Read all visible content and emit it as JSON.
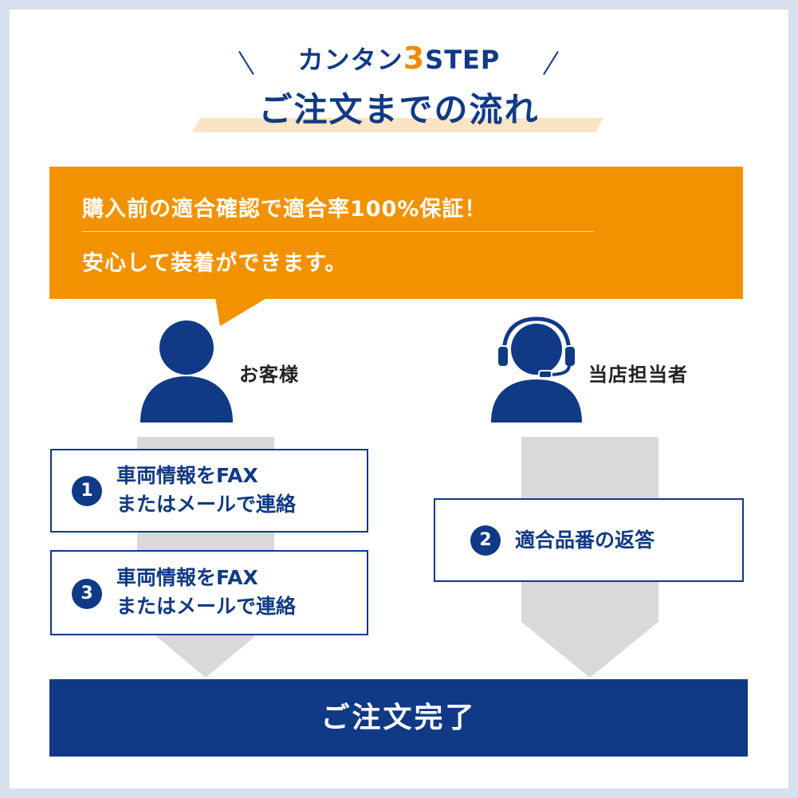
{
  "header": {
    "sub_prefix": "カンタン",
    "sub_number": "3",
    "sub_suffix": "STEP",
    "title": "ご注文までの流れ"
  },
  "banner": {
    "line1": "購入前の適合確認で適合率100%保証！",
    "line2": "安心して装着ができます。"
  },
  "customer": {
    "label": "お客様",
    "icon": "user-icon"
  },
  "staff": {
    "label": "当店担当者",
    "icon": "headset-operator-icon"
  },
  "steps": [
    {
      "number": "1",
      "line1": "車両情報をFAX",
      "line2": "またはメールで連絡"
    },
    {
      "number": "2",
      "line1": "適合品番の返答"
    },
    {
      "number": "3",
      "line1": "車両情報をFAX",
      "line2": "またはメールで連絡"
    }
  ],
  "final": {
    "label": "ご注文完了"
  },
  "colors": {
    "navy": "#103a86",
    "orange": "#f39200",
    "accent_number": "#f28b00",
    "arrow_gray": "#d9d9d9",
    "frame": "#d6e0ee"
  }
}
